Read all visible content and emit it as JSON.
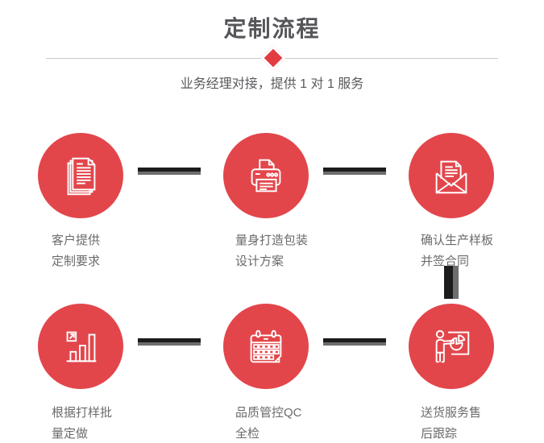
{
  "header": {
    "title": "定制流程",
    "subtitle": "业务经理对接，提供 1 对 1 服务"
  },
  "steps": [
    {
      "icon": "documents-icon",
      "line1": "客户提供",
      "line2": "定制要求"
    },
    {
      "icon": "printer-icon",
      "line1": "量身打造包装",
      "line2": "设计方案"
    },
    {
      "icon": "envelope-icon",
      "line1": "确认生产样板",
      "line2": "并签合同"
    },
    {
      "icon": "bar-chart-icon",
      "line1": "根据打样批",
      "line2": "量定做"
    },
    {
      "icon": "calendar-icon",
      "line1": "品质管控QC",
      "line2": "全检"
    },
    {
      "icon": "presentation-icon",
      "line1": "送货服务售",
      "line2": "后跟踪"
    }
  ],
  "colors": {
    "accent_red": "#e2464b",
    "diamond_red": "#e23c43",
    "title_gray": "#57555a",
    "label_gray": "#6b6b6b",
    "divider_gray": "#c9c9c9",
    "connector_black": "#1c1c1c",
    "connector_gray": "#6d6d6d"
  }
}
